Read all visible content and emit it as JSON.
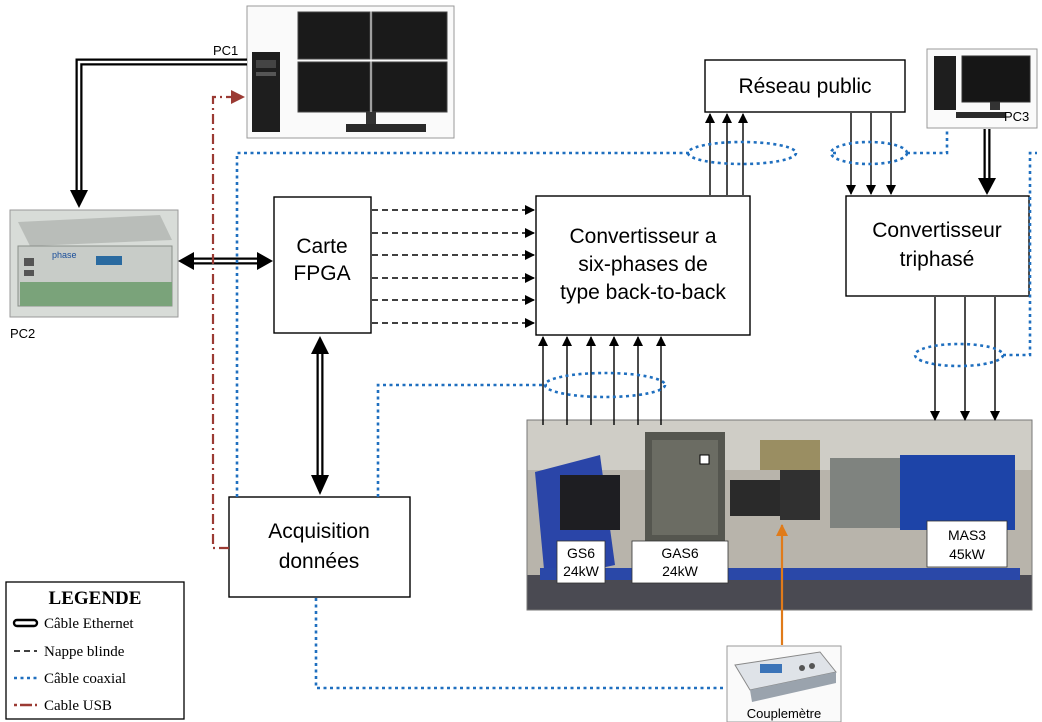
{
  "blocks": {
    "fpga": [
      "Carte",
      "FPGA"
    ],
    "converter": [
      "Convertisseur a",
      "six-phases de",
      "type back-to-back"
    ],
    "reseau": "Réseau public",
    "triphase": [
      "Convertisseur",
      "triphasé"
    ],
    "acquisition": [
      "Acquisition",
      "données"
    ]
  },
  "pcs": {
    "pc1": "PC1",
    "pc2": "PC2",
    "pc3": "PC3"
  },
  "machines": [
    [
      "GS6",
      "24kW"
    ],
    [
      "GAS6",
      "24kW"
    ],
    [
      "MAS3",
      "45kW"
    ]
  ],
  "couplemetre": "Couplemètre",
  "legend": {
    "title": "LEGENDE",
    "items": [
      "Câble Ethernet",
      "Nappe blinde",
      "Câble coaxial",
      "Cable USB"
    ]
  },
  "colors": {
    "ethernet": "#000000",
    "nappe": "#000000",
    "coaxial": "#1f6fbf",
    "usb": "#9b3a33",
    "torque_link": "#e07b1a"
  }
}
